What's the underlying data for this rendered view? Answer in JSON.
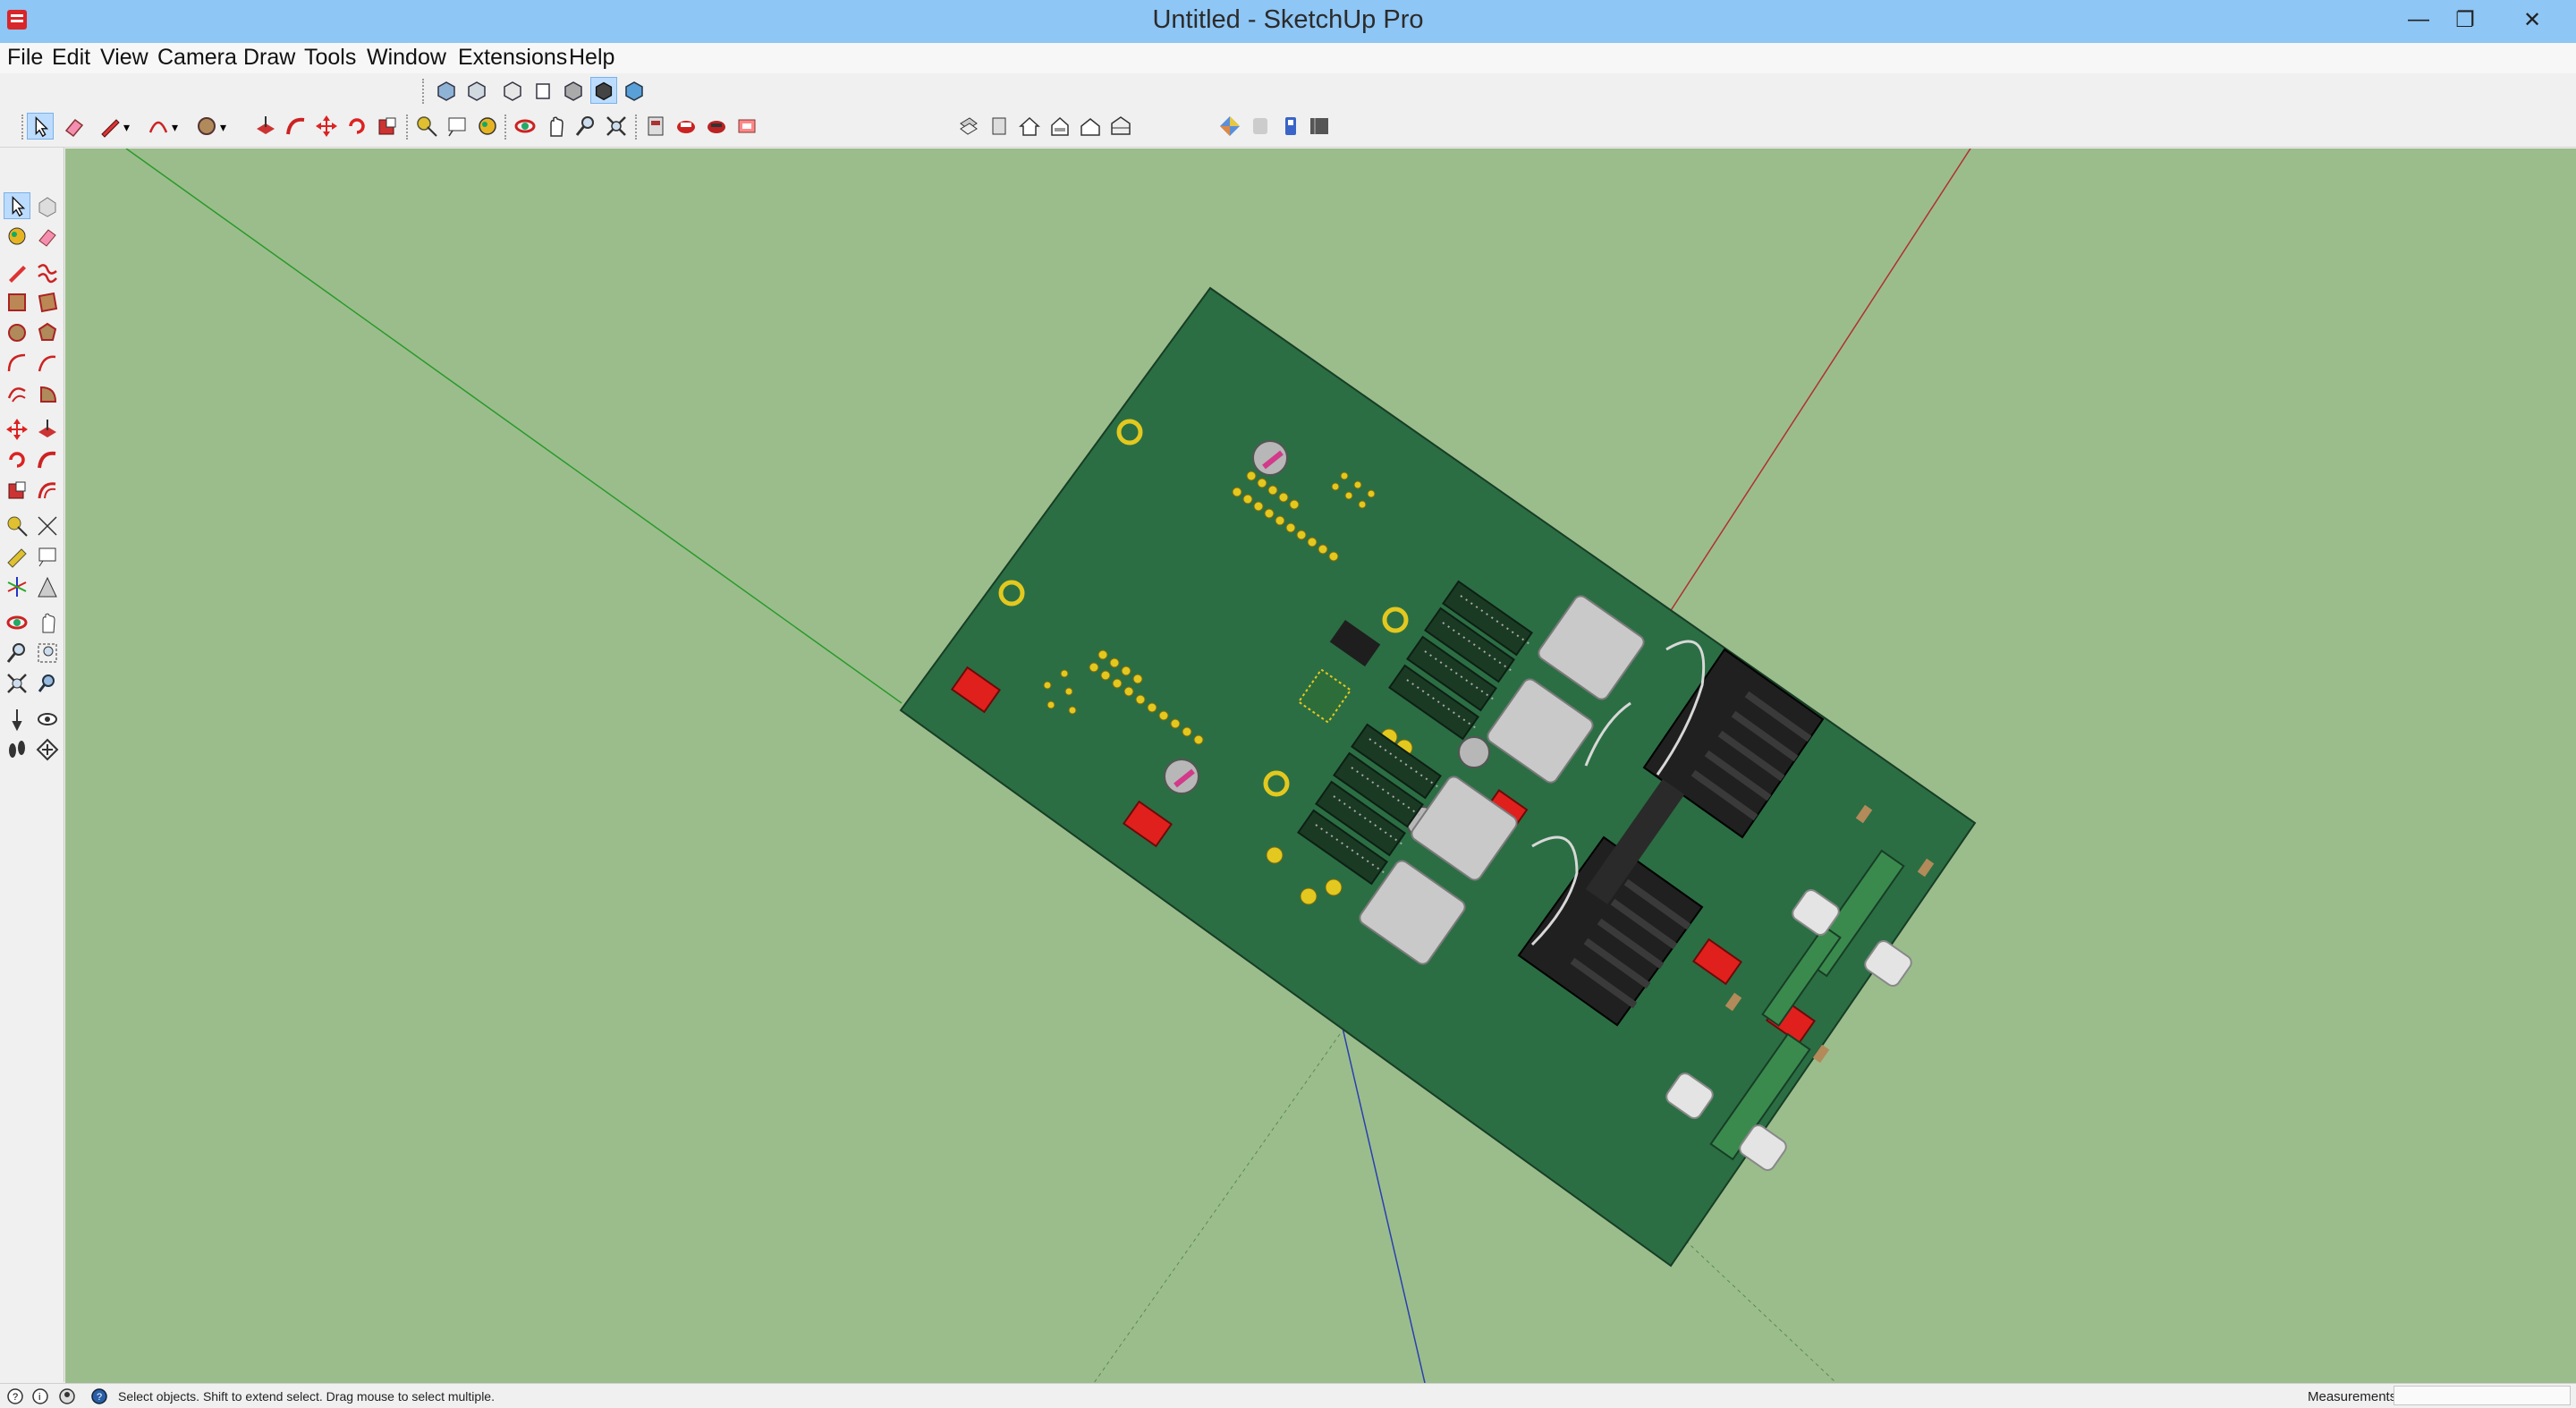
{
  "window": {
    "title": "Untitled - SketchUp Pro",
    "minimize_glyph": "—",
    "maximize_glyph": "❐",
    "close_glyph": "✕"
  },
  "menu": {
    "items": [
      "File",
      "Edit",
      "View",
      "Camera",
      "Draw",
      "Tools",
      "Window",
      "Extensions",
      "Help"
    ]
  },
  "toolbar_views": {
    "icons": [
      "iso-view-icon",
      "top-view-icon",
      "front-view-icon",
      "right-view-icon",
      "back-view-icon",
      "left-view-icon",
      "shaded-textures-icon",
      "monochrome-icon"
    ]
  },
  "toolbar_main": {
    "icons": [
      "select-icon",
      "eraser-icon",
      "pencil-icon",
      "arc-icon",
      "circle-icon",
      "push-pull-icon",
      "follow-me-icon",
      "move-icon",
      "rotate-icon",
      "scale-icon",
      "tape-measure-icon",
      "text-icon",
      "paint-bucket-icon",
      "orbit-icon",
      "pan-icon",
      "zoom-icon",
      "zoom-extents-icon",
      "warehouse-icon",
      "extension-warehouse-icon",
      "layout-icon",
      "send-to-layout-icon",
      "section-plane-icon",
      "top-icon",
      "house-icon",
      "front-icon",
      "right-icon",
      "styles-icon",
      "shadows-icon",
      "fog-icon",
      "edge-style-icon",
      "display-icon"
    ]
  },
  "left_palette": {
    "icons": [
      "select-icon",
      "make-component-icon",
      "paint-bucket-icon",
      "eraser-icon",
      "line-icon",
      "freehand-icon",
      "rectangle-icon",
      "rotated-rectangle-icon",
      "circle-icon",
      "polygon-icon",
      "arc-icon",
      "two-point-arc-icon",
      "three-point-arc-icon",
      "pie-icon",
      "move-icon",
      "push-pull-icon",
      "rotate-icon",
      "follow-me-icon",
      "scale-icon",
      "offset-icon",
      "tape-measure-icon",
      "dimension-icon",
      "protractor-icon",
      "text-icon",
      "axes-icon",
      "3d-text-icon",
      "orbit-icon",
      "pan-icon",
      "zoom-icon",
      "zoom-window-icon",
      "zoom-extents-icon",
      "previous-icon",
      "position-camera-icon",
      "look-around-icon",
      "walk-icon",
      "section-plane-icon"
    ]
  },
  "status": {
    "text": "Select objects. Shift to extend select. Drag mouse to select multiple.",
    "measurements_label": "Measurements",
    "measurements_value": ""
  },
  "colors": {
    "titlebar": "#8ec6f5",
    "background": "#9bbd8c",
    "pcb": "#2b6e43",
    "pad_gold": "#e3c81f",
    "led_red": "#e0201c",
    "heatsink": "#202020"
  }
}
